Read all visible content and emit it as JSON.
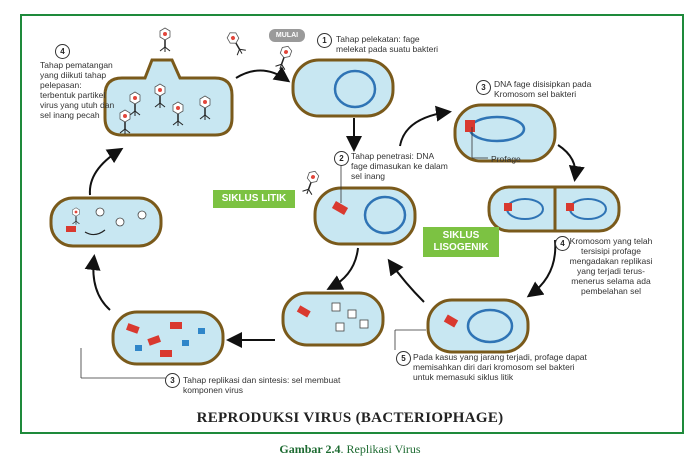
{
  "diagram": {
    "title": "REPRODUKSI VIRUS (BACTERIOPHAGE)",
    "caption_prefix": "Gambar 2.4",
    "caption_text": ". Replikasi Virus",
    "start_label": "MULAI",
    "cycle_lytic": "SIKLUS LITIK",
    "cycle_lysogenic_1": "SIKLUS",
    "cycle_lysogenic_2": "LISOGENIK",
    "steps": [
      {
        "num": "1",
        "text": "Tahap pelekatan: fage melekat pada suatu bakteri"
      },
      {
        "num": "2",
        "text": "Tahap penetrasi: DNA fage dimasukan ke dalam sel inang"
      },
      {
        "num": "3",
        "text": "Tahap replikasi dan sintesis: sel membuat komponen virus"
      },
      {
        "num": "4",
        "text": "Tahap pematangan yang diikuti tahap pelepasan: terbentuk partikel virus yang utuh dan sel inang pecah"
      },
      {
        "num": "3",
        "text": "DNA fage disisipkan pada Kromosom sel bakteri"
      },
      {
        "num": "4",
        "text": "Kromosom yang telah tersisipi profage mengadakan replikasi yang terjadi terus-menerus selama ada pembelahan sel"
      },
      {
        "num": "5",
        "text": "Pada kasus yang jarang terjadi, profage dapat memisahkan diri dari kromosom sel bakteri untuk memasuki siklus litik"
      }
    ],
    "profage_label": "Profage"
  }
}
